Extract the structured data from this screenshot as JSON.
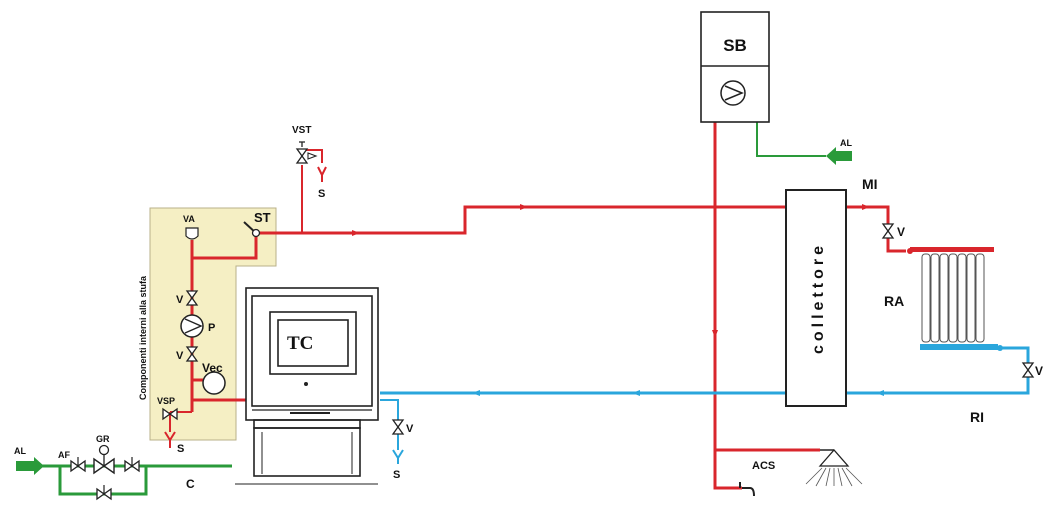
{
  "labels": {
    "sb": "SB",
    "al_top": "AL",
    "vst": "VST",
    "s_top": "S",
    "st": "ST",
    "va": "VA",
    "mi": "MI",
    "v_mi": "V",
    "ra": "RA",
    "v_ri": "V",
    "ri": "RI",
    "collettore": "collettore",
    "tc": "TC",
    "internal_components": "Componenti interni alla stufa",
    "v_upper": "V",
    "p": "P",
    "v_lower": "V",
    "vec": "Vec",
    "vsp": "VSP",
    "s_vsp": "S",
    "al_left": "AL",
    "af": "AF",
    "gr": "GR",
    "c": "C",
    "v_drain": "V",
    "s_drain": "S",
    "acs": "ACS"
  },
  "icons": {
    "pump": "circulator-pump-icon",
    "valve": "gate-valve-icon",
    "shower": "shower-head-icon",
    "tap": "tap-icon"
  },
  "colors": {
    "flow": "#d9262c",
    "return": "#2aa6dc",
    "supply": "#2a9a3a",
    "panel": "#f5efc4"
  }
}
